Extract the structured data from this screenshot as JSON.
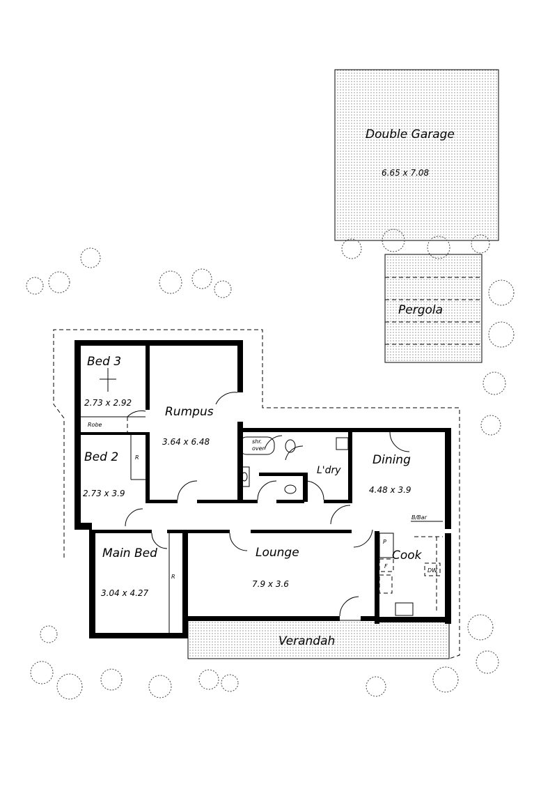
{
  "plan": {
    "rooms": [
      {
        "id": "garage",
        "name": "Double Garage",
        "dims": "6.65 x 7.08"
      },
      {
        "id": "pergola",
        "name": "Pergola",
        "dims": ""
      },
      {
        "id": "bed3",
        "name": "Bed 3",
        "dims": "2.73 x 2.92"
      },
      {
        "id": "robe",
        "name": "Robe",
        "dims": ""
      },
      {
        "id": "bed2",
        "name": "Bed 2",
        "dims": "2.73 x 3.9"
      },
      {
        "id": "rumpus",
        "name": "Rumpus",
        "dims": "3.64 x 6.48"
      },
      {
        "id": "laundry",
        "name": "L'dry",
        "dims": ""
      },
      {
        "id": "dining",
        "name": "Dining",
        "dims": "4.48 x 3.9"
      },
      {
        "id": "main_bed",
        "name": "Main Bed",
        "dims": "3.04 x 4.27"
      },
      {
        "id": "lounge",
        "name": "Lounge",
        "dims": "7.9 x 3.6"
      },
      {
        "id": "cook",
        "name": "Cook",
        "dims": ""
      },
      {
        "id": "verandah",
        "name": "Verandah",
        "dims": ""
      }
    ],
    "fixtures": {
      "shower_over": [
        "shr.",
        "over"
      ],
      "breakfast_bar": "B/Bar",
      "robe_mark": "R",
      "pantry": "P",
      "fridge": "F",
      "dishwasher": "DW"
    }
  }
}
